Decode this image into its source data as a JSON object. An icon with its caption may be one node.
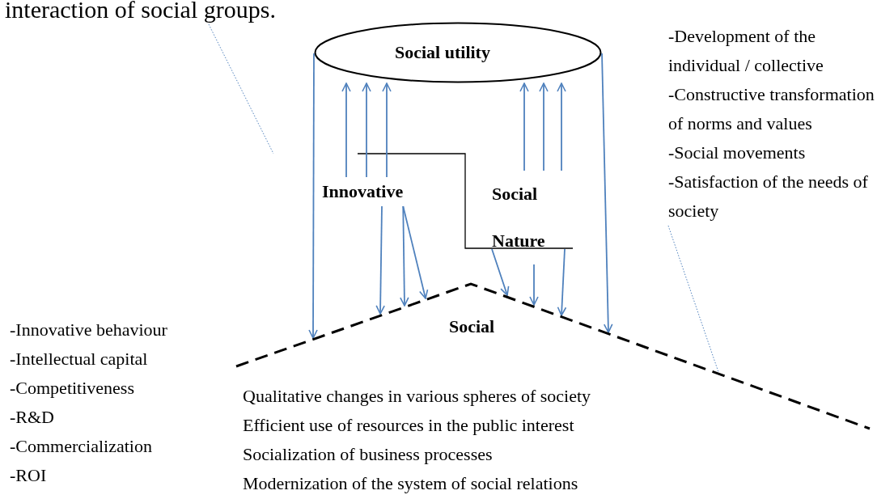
{
  "diagram": {
    "nodes": [
      {
        "text": [
          "interaction of social groups."
        ]
      },
      {
        "text": [
          "Social utility"
        ]
      },
      {
        "text": [
          "Innovative"
        ]
      },
      {
        "text": [
          "Social Nature"
        ]
      },
      {
        "text": [
          "Social"
        ]
      },
      {
        "text": [
          "-Development of the individual / collective",
          "-Constructive transformation of norms and values",
          "-Social movements",
          "-Satisfaction of the needs of society"
        ]
      }
    ],
    "edges": [
      {
        "from": 0,
        "to": null,
        "arrow": "none",
        "style": "dashed"
      },
      {
        "from": 1,
        "to": 4,
        "arrow": "to"
      },
      {
        "from": 1,
        "to": 4,
        "arrow": "to"
      },
      {
        "from": 2,
        "to": 1,
        "arrow": "to"
      },
      {
        "from": 2,
        "to": 1,
        "arrow": "to"
      },
      {
        "from": 2,
        "to": 1,
        "arrow": "to"
      },
      {
        "from": 3,
        "to": 1,
        "arrow": "to"
      },
      {
        "from": 3,
        "to": 1,
        "arrow": "to"
      },
      {
        "from": 3,
        "to": 1,
        "arrow": "to"
      },
      {
        "from": 2,
        "to": 4,
        "arrow": "to"
      },
      {
        "from": 2,
        "to": 4,
        "arrow": "to"
      },
      {
        "from": 2,
        "to": 4,
        "arrow": "to"
      },
      {
        "from": 3,
        "to": 4,
        "arrow": "to"
      },
      {
        "from": 3,
        "to": 4,
        "arrow": "to"
      },
      {
        "from": 3,
        "to": 4,
        "arrow": "to"
      },
      {
        "from": 5,
        "to": 4,
        "arrow": "none",
        "style": "dashed"
      }
    ],
    "labels": [
      "-Innovative behaviour",
      "-Intellectual capital",
      "-Competitiveness",
      "-R&D",
      "-Commercialization",
      "-ROI",
      "Qualitative changes in various spheres of society",
      "Efficient use of resources in the public interest",
      "Socialization of business processes",
      "Modernization of the system of social relations"
    ]
  }
}
